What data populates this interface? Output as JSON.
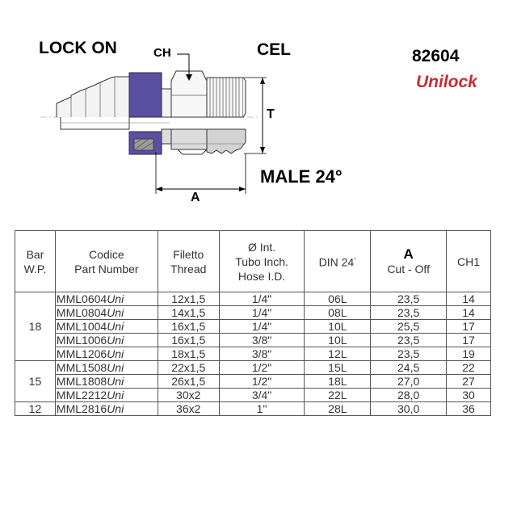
{
  "header": {
    "title_left": "LOCK ON",
    "title_center": "CEL",
    "code": "82604",
    "brand": "Unilock",
    "thread_type": "MALE 24°"
  },
  "drawing": {
    "labels": {
      "ch": "CH",
      "t": "T",
      "a": "A"
    }
  },
  "colors": {
    "brand": "#cc2a2f",
    "collar": "#5b4fa0"
  },
  "table": {
    "headers": {
      "bar_1": "Bar",
      "bar_2": "W.P.",
      "code_1": "Codice",
      "code_2": "Part Number",
      "thread_1": "Filetto",
      "thread_2": "Thread",
      "hose_1": "Ø Int.",
      "hose_2": "Tubo Inch.",
      "hose_3": "Hose I.D.",
      "din": "DIN 24",
      "din_sup": "°",
      "a_1": "A",
      "a_2": "Cut - Off",
      "ch": "CH1"
    },
    "groups": [
      {
        "bar": "18",
        "rows": [
          {
            "code": "MML0604",
            "suffix": "Uni",
            "thread": "12x1,5",
            "hose": "1/4\"",
            "din": "06L",
            "a": "23,5",
            "ch": "14"
          },
          {
            "code": "MML0804",
            "suffix": "Uni",
            "thread": "14x1,5",
            "hose": "1/4\"",
            "din": "08L",
            "a": "23,5",
            "ch": "14"
          },
          {
            "code": "MML1004",
            "suffix": "Uni",
            "thread": "16x1,5",
            "hose": "1/4\"",
            "din": "10L",
            "a": "25,5",
            "ch": "17"
          },
          {
            "code": "MML1006",
            "suffix": "Uni",
            "thread": "16x1,5",
            "hose": "3/8\"",
            "din": "10L",
            "a": "23,5",
            "ch": "17"
          },
          {
            "code": "MML1206",
            "suffix": "Uni",
            "thread": "18x1,5",
            "hose": "3/8\"",
            "din": "12L",
            "a": "23,5",
            "ch": "19"
          }
        ]
      },
      {
        "bar": "15",
        "rows": [
          {
            "code": "MML1508",
            "suffix": "Uni",
            "thread": "22x1,5",
            "hose": "1/2\"",
            "din": "15L",
            "a": "24,5",
            "ch": "22"
          },
          {
            "code": "MML1808",
            "suffix": "Uni",
            "thread": "26x1,5",
            "hose": "1/2\"",
            "din": "18L",
            "a": "27,0",
            "ch": "27"
          },
          {
            "code": "MML2212",
            "suffix": "Uni",
            "thread": "30x2",
            "hose": "3/4\"",
            "din": "22L",
            "a": "28,0",
            "ch": "30"
          }
        ]
      },
      {
        "bar": "12",
        "rows": [
          {
            "code": "MML2816",
            "suffix": "Uni",
            "thread": "36x2",
            "hose": "1\"",
            "din": "28L",
            "a": "30,0",
            "ch": "36"
          }
        ]
      }
    ]
  }
}
